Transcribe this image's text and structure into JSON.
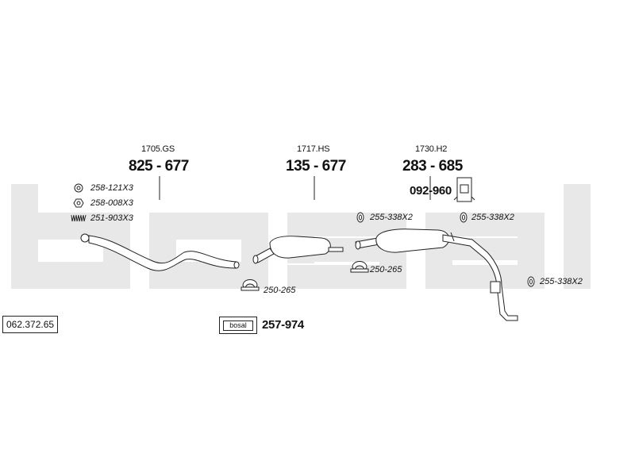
{
  "watermark": {
    "text": "bosal",
    "color": "#e8e8e8"
  },
  "catalog_number": "062.372.65",
  "assemblies": [
    {
      "code": "1705.GS",
      "part_number": "825-677"
    },
    {
      "code": "1717.HS",
      "part_number": "135-677"
    },
    {
      "code": "1730.H2",
      "part_number": "283-685"
    }
  ],
  "hardware": [
    {
      "label": "258-121X3",
      "icon": "ring-gasket-icon"
    },
    {
      "label": "258-008X3",
      "icon": "hex-nut-icon"
    },
    {
      "label": "251-903X3",
      "icon": "spring-icon"
    },
    {
      "label": "250-265",
      "icon": "clamp-icon"
    },
    {
      "label": "255-338X2",
      "icon": "rubber-ring-icon"
    },
    {
      "label": "250-265",
      "icon": "clamp-icon"
    },
    {
      "label": "255-338X2",
      "icon": "rubber-ring-icon"
    },
    {
      "label": "255-338X2",
      "icon": "rubber-ring-icon"
    }
  ],
  "bracket": {
    "part_number": "092-960",
    "icon": "bracket-icon"
  },
  "kit": {
    "logo_text": "bosal",
    "part_number": "257-974",
    "icon": "mounting-kit-icon"
  },
  "colors": {
    "line": "#222222",
    "fill": "#ffffff"
  }
}
